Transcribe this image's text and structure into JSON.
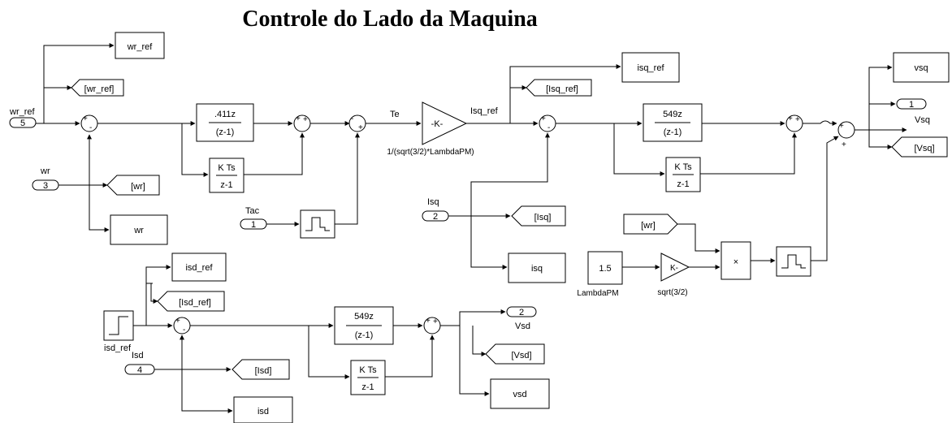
{
  "title": "Controle do Lado da Maquina",
  "inports": {
    "wr_ref": {
      "num": "5",
      "label": "wr_ref"
    },
    "wr": {
      "num": "3",
      "label": "wr"
    },
    "tac": {
      "num": "1",
      "label": "Tac"
    },
    "isq": {
      "num": "2",
      "label": "Isq"
    },
    "isd": {
      "num": "4",
      "label": "Isd"
    }
  },
  "outports": {
    "vsq": {
      "num": "1",
      "label": "Vsq"
    },
    "vsd": {
      "num": "2",
      "label": "Vsd"
    }
  },
  "scopes": {
    "wr_ref": "wr_ref",
    "wr": "wr",
    "isq_ref": "isq_ref",
    "isq": "isq",
    "vsq": "vsq",
    "isd_ref": "isd_ref",
    "vsd": "vsd",
    "isd": "isd"
  },
  "gotos": {
    "wr_ref": "[wr_ref]",
    "wr": "[wr]",
    "isq_ref": "[Isq_ref]",
    "isq": "[Isq]",
    "vsq": "[Vsq]",
    "isd_ref": "[Isd_ref]",
    "vsd": "[Vsd]",
    "isd": "[Isd]"
  },
  "from_wr": "[wr]",
  "discrete": {
    "speed": {
      "num": ".411z",
      "den": "(z-1)"
    },
    "q": {
      "num": "549z",
      "den": "(z-1)"
    },
    "d": {
      "num": "549z",
      "den": "(z-1)"
    }
  },
  "integrator": {
    "num": "K Ts",
    "den": "z-1"
  },
  "gain": {
    "text": "-K-",
    "label": "1/(sqrt(3/2)*LambdaPM)"
  },
  "gain2": {
    "text": "K-",
    "label": "sqrt(3/2)"
  },
  "constant": {
    "value": "1.5",
    "label": "LambdaPM"
  },
  "product_symbol": "×",
  "signals": {
    "te": "Te",
    "isq_ref": "Isq_ref"
  },
  "isd_ref_label": "isd_ref"
}
